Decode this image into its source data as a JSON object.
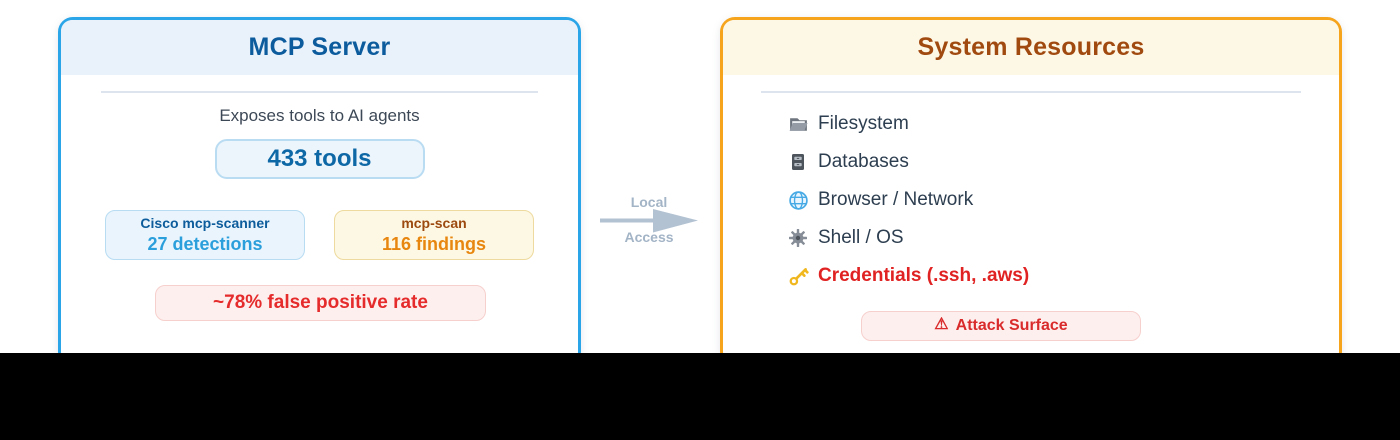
{
  "colors": {
    "mcp_accent": "#2aa5e8",
    "mcp_title": "#0b5b9d",
    "resources_accent": "#f5a41c",
    "resources_title": "#a14a10",
    "alert_red": "#e02b2b",
    "arrow_gray": "#b3c2d2",
    "footer_band": "#000000"
  },
  "mcp_card": {
    "title": "MCP Server",
    "subtitle": "Exposes tools to AI agents",
    "tools_badge_label": "433 tools",
    "scanners": [
      {
        "name": "Cisco mcp-scanner",
        "result": "27 detections"
      },
      {
        "name": "mcp-scan",
        "result": "116 findings"
      }
    ],
    "false_positive_label": "~78% false positive rate"
  },
  "connector": {
    "label_line1": "Local",
    "label_line2": "Access"
  },
  "resources_card": {
    "title": "System Resources",
    "items": [
      {
        "icon": "folder-icon",
        "label": "Filesystem"
      },
      {
        "icon": "file-cabinet-icon",
        "label": "Databases"
      },
      {
        "icon": "globe-icon",
        "label": "Browser / Network"
      },
      {
        "icon": "gear-icon",
        "label": "Shell / OS"
      },
      {
        "icon": "key-icon",
        "label": "Credentials (.ssh, .aws)"
      }
    ],
    "attack_badge": {
      "warning_glyph": "⚠",
      "label": "Attack Surface"
    }
  }
}
